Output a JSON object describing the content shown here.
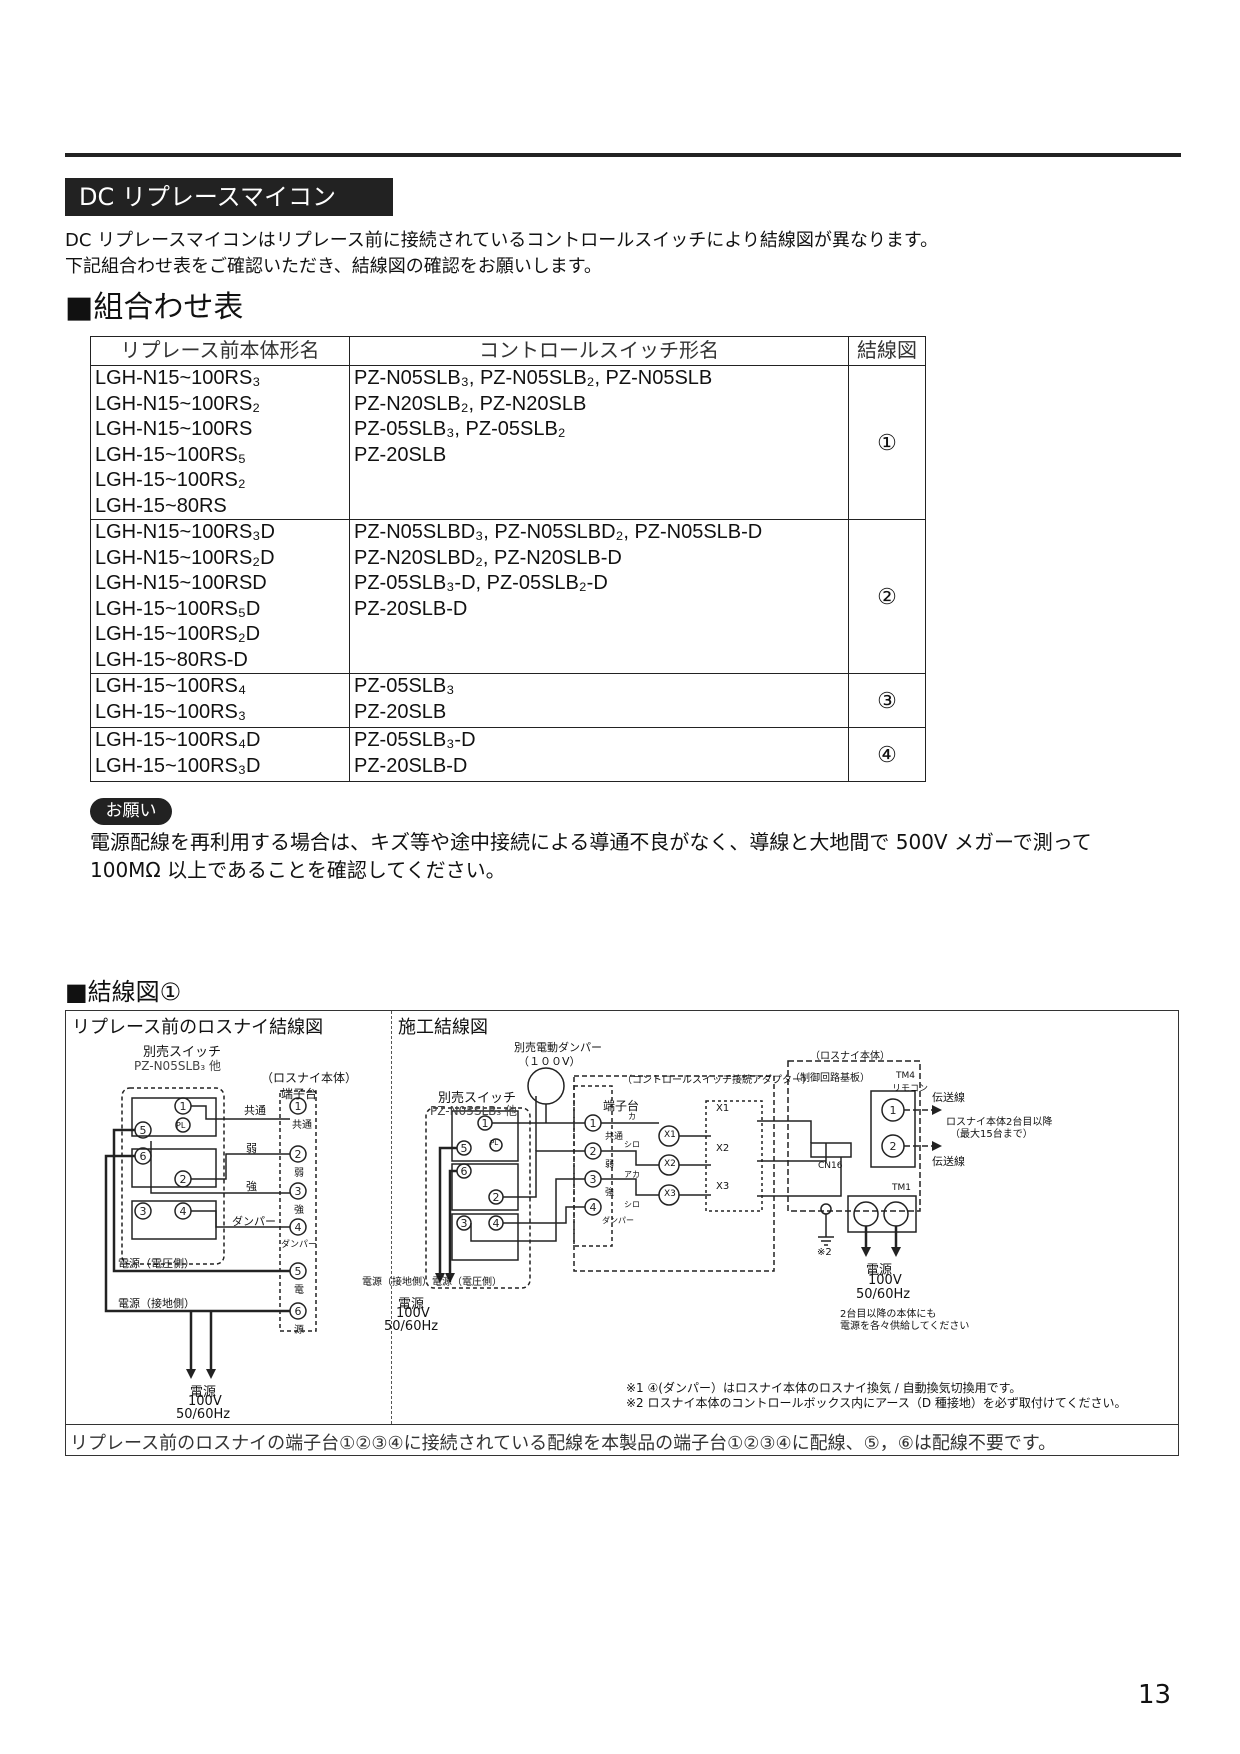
{
  "section_badge": "DC リプレースマイコン",
  "intro": [
    "DC リプレースマイコンはリプレース前に接続されているコントロールスイッチにより結線図が異なります。",
    "下記組合わせ表をご確認いただき、結線図の確認をお願いします。"
  ],
  "combo_heading": "■組合わせ表",
  "table": {
    "headers": [
      "リプレース前本体形名",
      "コントロールスイッチ形名",
      "結線図"
    ],
    "rows": [
      {
        "models": [
          "LGH-N15~100RS₃",
          "LGH-N15~100RS₂",
          "LGH-N15~100RS",
          "LGH-15~100RS₅",
          "LGH-15~100RS₂",
          "LGH-15~80RS"
        ],
        "switches": [
          "PZ-N05SLB₃, PZ-N05SLB₂, PZ-N05SLB",
          "PZ-N20SLB₂, PZ-N20SLB",
          "PZ-05SLB₃, PZ-05SLB₂",
          "PZ-20SLB"
        ],
        "fig": "①"
      },
      {
        "models": [
          "LGH-N15~100RS₃D",
          "LGH-N15~100RS₂D",
          "LGH-N15~100RSD",
          "LGH-15~100RS₅D",
          "LGH-15~100RS₂D",
          "LGH-15~80RS-D"
        ],
        "switches": [
          "PZ-N05SLBD₃, PZ-N05SLBD₂, PZ-N05SLB-D",
          "PZ-N20SLBD₂, PZ-N20SLB-D",
          "PZ-05SLB₃-D, PZ-05SLB₂-D",
          "PZ-20SLB-D"
        ],
        "fig": "②"
      },
      {
        "models": [
          "LGH-15~100RS₄",
          "LGH-15~100RS₃"
        ],
        "switches": [
          "PZ-05SLB₃",
          "PZ-20SLB"
        ],
        "fig": "③"
      },
      {
        "models": [
          "LGH-15~100RS₄D",
          "LGH-15~100RS₃D"
        ],
        "switches": [
          "PZ-05SLB₃-D",
          "PZ-20SLB-D"
        ],
        "fig": "④"
      }
    ]
  },
  "please_badge": "お願い",
  "note": [
    "電源配線を再利用する場合は、キズ等や途中接続による導通不良がなく、導線と大地間で 500V メガーで測って",
    "100MΩ 以上であることを確認してください。"
  ],
  "wiring_heading": "■結線図①",
  "diagram": {
    "left_title": "リプレース前のロスナイ結線図",
    "right_title": "施工結線図",
    "left": {
      "switch_label": "別売スイッチ",
      "switch_model": "PZ-N05SLB₃ 他",
      "unit_label": "（ロスナイ本体）",
      "terminal_label": "端子台",
      "common": "共通",
      "weak": "弱",
      "strong": "強",
      "damper": "ダンパー",
      "power_hv": "電源（電圧側）",
      "power_gnd": "電源（接地側）",
      "t_common": "共通",
      "t_weak": "弱",
      "t_strong": "強",
      "t_damper": "ダンパー",
      "t_p1": "電",
      "t_p2": "源",
      "power": "電源",
      "voltage": "100V",
      "freq": "50/60Hz",
      "pl": "PL"
    },
    "right": {
      "damper_label": "別売電動ダンパー",
      "damper_voltage": "（１００V）",
      "switch_label": "別売スイッチ",
      "switch_model": "PZ-N05SLB₃ 他",
      "adapter_label": "（コントロールスイッチ接続アダプター）",
      "unit_label": "（ロスナイ本体）",
      "board_label": "（制御回路基板）",
      "terminal_label": "端子台",
      "tm4": "TM4",
      "remocon": "リモコン",
      "tm1": "TM1",
      "cn16": "CN16",
      "x1": "X1",
      "x2": "X2",
      "x3": "X3",
      "t_common": "共通",
      "t_weak": "弱",
      "t_strong": "強",
      "t_damper": "ダンパー",
      "w1": "カ",
      "w2": "シロ",
      "w3": "アカ",
      "w4": "シロ",
      "transmission_1": "伝送線",
      "transmission_2": "伝送線",
      "second_unit": "ロスナイ本体2台目以降",
      "second_unit_max": "（最大15台まで）",
      "power_gnd": "電源（接地側）",
      "power_hv": "電源（電圧側）",
      "power": "電源",
      "voltage": "100V",
      "freq": "50/60Hz",
      "power2": "電源",
      "voltage2": "100V",
      "freq2": "50/60Hz",
      "note_second": "2台目以降の本体にも",
      "note_second_b": "電源を各々供給してください",
      "earth_mark": "※2",
      "foot_1": "※1 ④(ダンパー）はロスナイ本体のロスナイ換気 / 自動換気切換用です。",
      "foot_2": "※2 ロスナイ本体のコントロールボックス内にアース（D 種接地）を必ず取付けてください。",
      "pl": "PL"
    },
    "footer": "リプレース前のロスナイの端子台①②③④に接続されている配線を本製品の端子台①②③④に配線、⑤，⑥は配線不要です。"
  },
  "page_number": "13"
}
